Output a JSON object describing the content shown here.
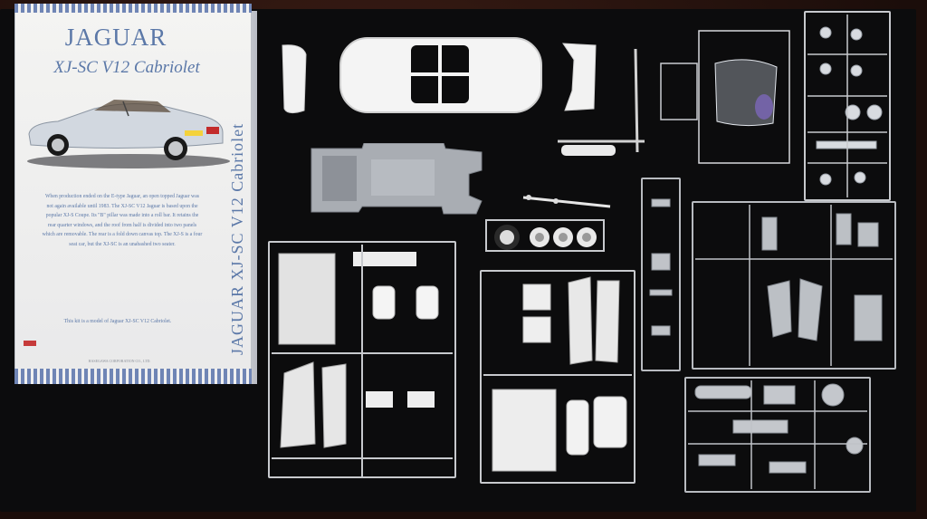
{
  "box": {
    "brand": "JAGUAR",
    "model": "XJ-SC V12 Cabriolet",
    "spine": "JAGUAR XJ-SC V12 Cabriolet",
    "description": "When production ended on the E-type Jaguar, an open topped Jaguar was not again available until 1983. The XJ-SC V12 Jaguar is based upon the popular XJ-S Coupe. Its \"B\" pillar was made into a roll bar. It retains the rear quarter windows, and the roof from half is divided into two panels which are removable. The rear is a fold down canvas top. The XJ-S is a four seat car, but the XJ-SC is an unabashed two seater.",
    "kit_note": "This kit is a model of Jaguar XJ-SC V12 Cabriolet.",
    "manufacturer": "HASEGAWA CORPORATION CO., LTD."
  },
  "colors": {
    "table": "#0c0c0d",
    "box_text": "#5b78a8",
    "plastic_white": "#f2f2f2",
    "plastic_grey": "#c2c4c8",
    "car_body": "#d9dde3"
  },
  "parts": [
    {
      "name": "body-shell",
      "material": "white-plastic"
    },
    {
      "name": "front-bumper",
      "material": "white-plastic"
    },
    {
      "name": "rear-bumper",
      "material": "white-plastic"
    },
    {
      "name": "chassis-floorpan",
      "material": "grey-plastic"
    },
    {
      "name": "wheels-and-tires",
      "material": "chrome-rubber"
    },
    {
      "name": "interior-sprue",
      "material": "white-plastic"
    },
    {
      "name": "seat-sprue",
      "material": "white-plastic"
    },
    {
      "name": "clear-sprue",
      "material": "clear-plastic"
    },
    {
      "name": "chrome-sprue",
      "material": "chrome-plastic"
    },
    {
      "name": "suspension-sprue",
      "material": "grey-plastic"
    },
    {
      "name": "engine-sprue",
      "material": "grey-plastic"
    }
  ]
}
